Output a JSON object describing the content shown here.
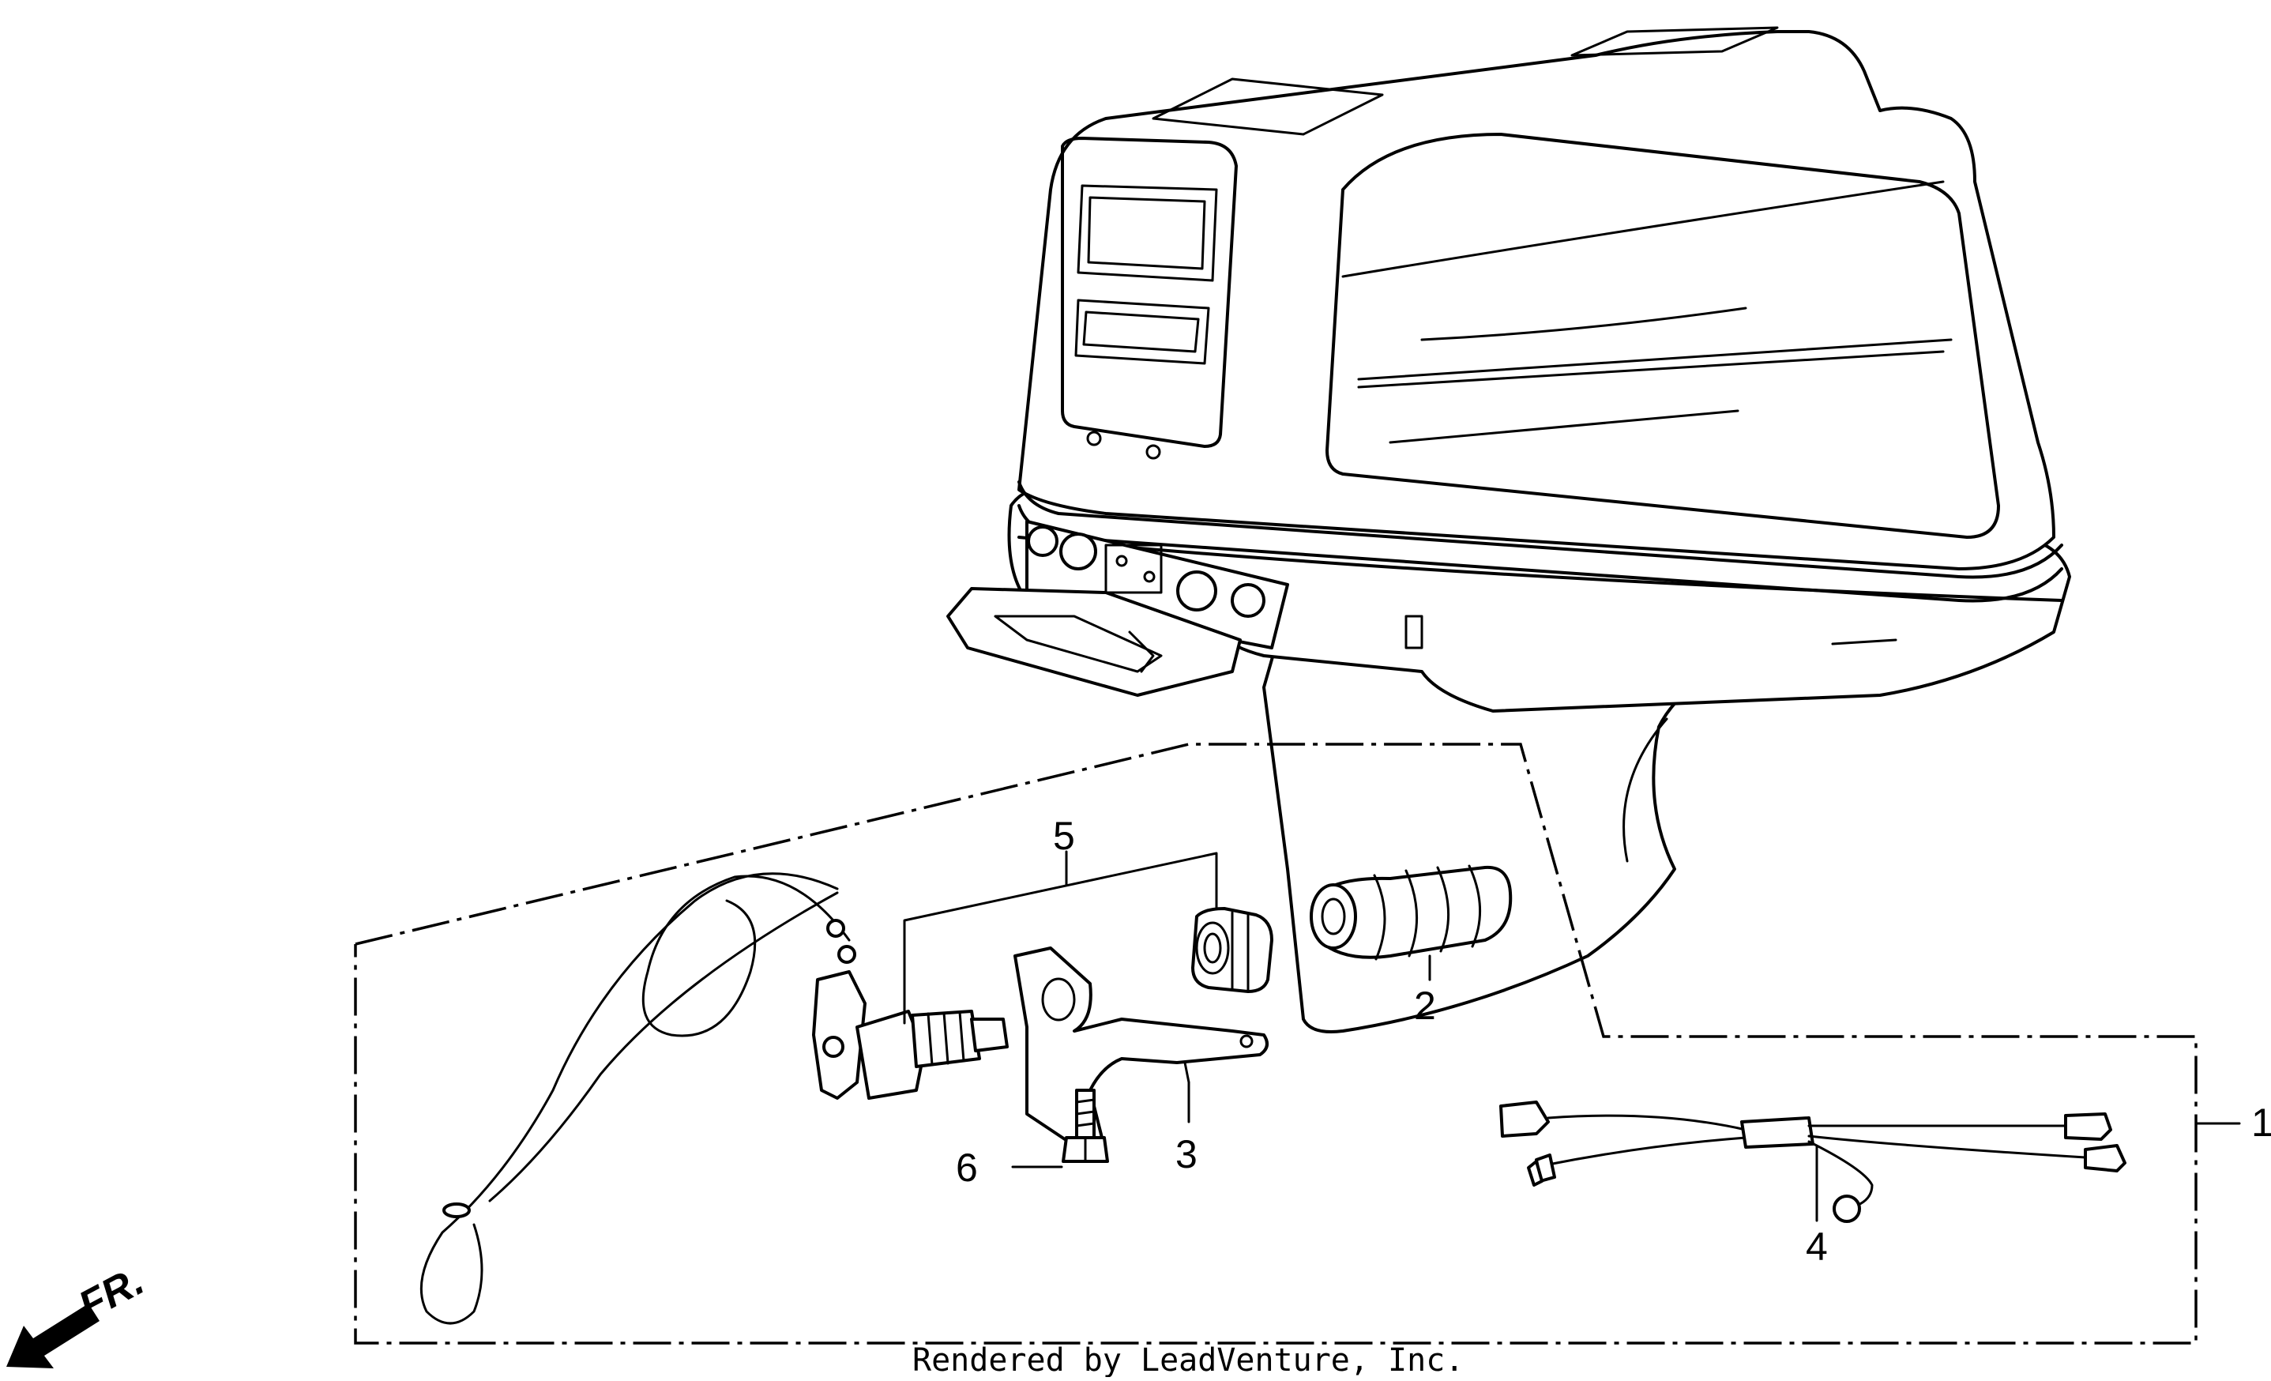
{
  "callouts": [
    {
      "id": "1",
      "label": "1"
    },
    {
      "id": "2",
      "label": "2"
    },
    {
      "id": "3",
      "label": "3"
    },
    {
      "id": "4",
      "label": "4"
    },
    {
      "id": "5",
      "label": "5"
    },
    {
      "id": "6",
      "label": "6"
    }
  ],
  "direction_marker": {
    "label": "FR.",
    "icon": "arrow-down-left-icon"
  },
  "footer": {
    "credit": "Rendered by LeadVenture, Inc."
  },
  "colors": {
    "line": "#000000",
    "background": "#ffffff"
  }
}
